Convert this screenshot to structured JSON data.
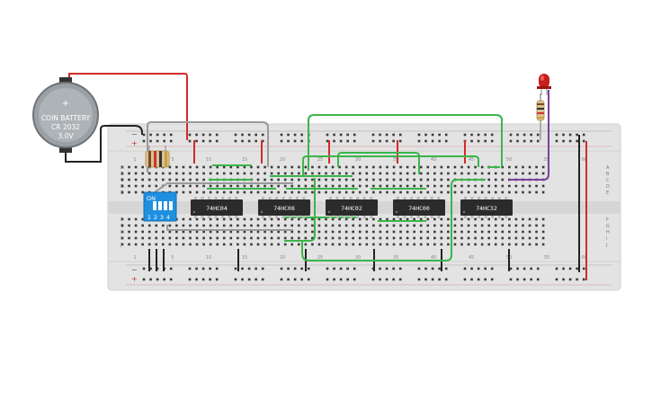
{
  "battery": {
    "line1": "COIN BATTERY",
    "line2": "CR 2032",
    "line3": "3.0V",
    "plus": "+"
  },
  "dip_switch": {
    "on_label": "ON",
    "positions": [
      "1",
      "2",
      "3",
      "4"
    ]
  },
  "chips": [
    {
      "label": "74HC04"
    },
    {
      "label": "74HC08"
    },
    {
      "label": "74HC02"
    },
    {
      "label": "74HC00"
    },
    {
      "label": "74HC32"
    }
  ],
  "breadboard": {
    "row_letters_top": [
      "A",
      "B",
      "C",
      "D",
      "E"
    ],
    "row_letters_bottom": [
      "F",
      "G",
      "H",
      "I",
      "J"
    ],
    "column_numbers": [
      "1",
      "5",
      "10",
      "15",
      "20",
      "25",
      "30",
      "35",
      "40",
      "45",
      "50",
      "55",
      "60"
    ],
    "rail_minus": "−",
    "rail_plus": "+"
  },
  "colors": {
    "wire_red": "#d42a2a",
    "wire_green": "#3bb54a",
    "wire_black": "#222222",
    "wire_gray": "#9a9a9a",
    "wire_purple": "#7b3fa0",
    "board": "#e6e6e6",
    "chip": "#2b2b2b",
    "dip": "#1f8fe0",
    "led": "#c81e1e"
  }
}
